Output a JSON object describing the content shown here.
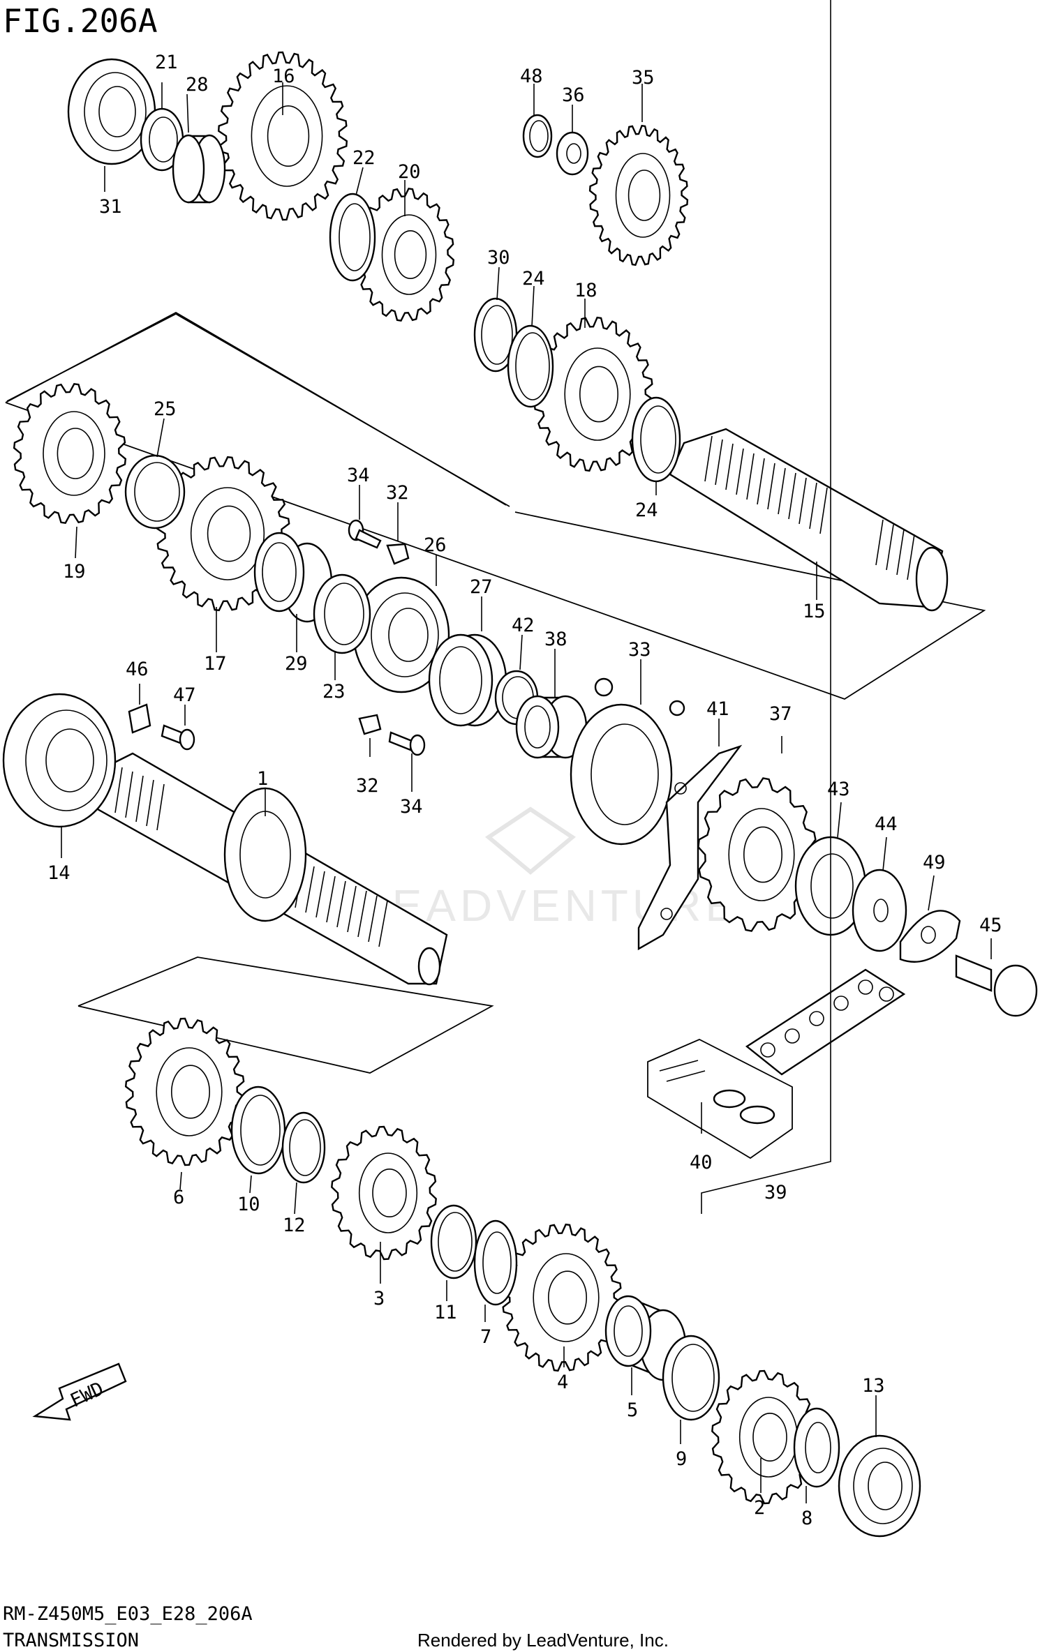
{
  "figure": {
    "title": "FIG.206A",
    "model_code": "RM-Z450M5_E03_E28_206A",
    "section_name": "TRANSMISSION",
    "credit": "Rendered by LeadVenture, Inc.",
    "watermark": "LEADVENTURE",
    "fwd_label": "FWD"
  },
  "parts": [
    {
      "ref": "1",
      "type": "gear"
    },
    {
      "ref": "2",
      "type": "gear"
    },
    {
      "ref": "3",
      "type": "gear"
    },
    {
      "ref": "4",
      "type": "gear"
    },
    {
      "ref": "5",
      "type": "needle-bearing"
    },
    {
      "ref": "6",
      "type": "gear"
    },
    {
      "ref": "7",
      "type": "splined-washer"
    },
    {
      "ref": "8",
      "type": "washer"
    },
    {
      "ref": "9",
      "type": "washer"
    },
    {
      "ref": "10",
      "type": "washer"
    },
    {
      "ref": "11",
      "type": "circlip"
    },
    {
      "ref": "12",
      "type": "circlip"
    },
    {
      "ref": "13",
      "type": "bearing"
    },
    {
      "ref": "14",
      "type": "bearing"
    },
    {
      "ref": "15",
      "type": "shaft"
    },
    {
      "ref": "16",
      "type": "gear"
    },
    {
      "ref": "17",
      "type": "gear"
    },
    {
      "ref": "18",
      "type": "gear"
    },
    {
      "ref": "19",
      "type": "gear"
    },
    {
      "ref": "20",
      "type": "gear"
    },
    {
      "ref": "21",
      "type": "washer"
    },
    {
      "ref": "22",
      "type": "washer"
    },
    {
      "ref": "23",
      "type": "washer"
    },
    {
      "ref": "24",
      "type": "washer"
    },
    {
      "ref": "25",
      "type": "washer"
    },
    {
      "ref": "26",
      "type": "bearing"
    },
    {
      "ref": "27",
      "type": "seal"
    },
    {
      "ref": "28",
      "type": "bushing"
    },
    {
      "ref": "29",
      "type": "bushing"
    },
    {
      "ref": "30",
      "type": "circlip"
    },
    {
      "ref": "31",
      "type": "bearing"
    },
    {
      "ref": "32",
      "type": "retainer"
    },
    {
      "ref": "33",
      "type": "retainer-plate"
    },
    {
      "ref": "34",
      "type": "screw"
    },
    {
      "ref": "35",
      "type": "gear"
    },
    {
      "ref": "36",
      "type": "washer"
    },
    {
      "ref": "37",
      "type": "sprocket"
    },
    {
      "ref": "38",
      "type": "spacer"
    },
    {
      "ref": "39",
      "type": "chain"
    },
    {
      "ref": "40",
      "type": "chain-joint"
    },
    {
      "ref": "41",
      "type": "guard"
    },
    {
      "ref": "42",
      "type": "o-ring"
    },
    {
      "ref": "43",
      "type": "washer"
    },
    {
      "ref": "44",
      "type": "washer"
    },
    {
      "ref": "45",
      "type": "bolt"
    },
    {
      "ref": "46",
      "type": "retainer"
    },
    {
      "ref": "47",
      "type": "screw"
    },
    {
      "ref": "48",
      "type": "circlip"
    },
    {
      "ref": "49",
      "type": "lock-washer"
    }
  ]
}
